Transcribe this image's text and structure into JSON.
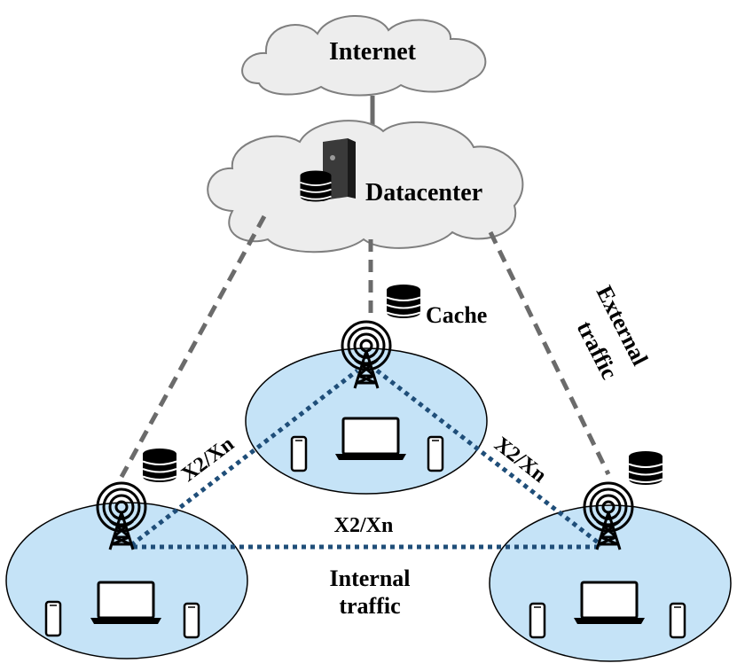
{
  "labels": {
    "internet": "Internet",
    "datacenter": "Datacenter",
    "cache": "Cache",
    "external_traffic": [
      "External",
      "traffic"
    ],
    "internal_traffic": [
      "Internal",
      "traffic"
    ],
    "link_left": "X2/Xn",
    "link_right": "X2/Xn",
    "link_bottom": "X2/Xn"
  },
  "colors": {
    "cloud_fill": "#ededed",
    "cloud_stroke": "#7f7f7f",
    "cell_fill": "#c5e3f7",
    "cell_stroke": "#000000",
    "backhaul_dash": "#6b6b6b",
    "x2_dots": "#1f4e79",
    "server": "#3a3a3a"
  },
  "icons": {
    "datacenter": "server-tower-icon",
    "storage": "database-icon",
    "tower": "cell-tower-icon",
    "laptop": "laptop-icon",
    "phone": "smartphone-icon"
  }
}
